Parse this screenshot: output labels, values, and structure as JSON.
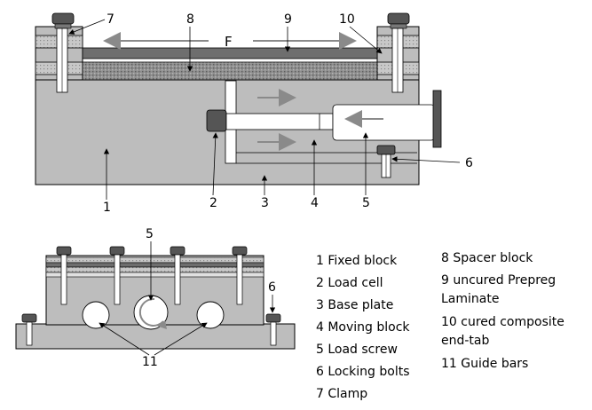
{
  "figure": {
    "force_label": "F",
    "top_view_labels": [
      "7",
      "8",
      "9",
      "10",
      "1",
      "2",
      "3",
      "4",
      "5",
      "6"
    ],
    "bottom_view_labels": [
      "5",
      "6",
      "11"
    ]
  },
  "legend": {
    "left": [
      "1 Fixed block",
      "2 Load cell",
      "3 Base plate",
      "4 Moving block",
      "5 Load screw",
      "6 Locking bolts",
      "7 Clamp"
    ],
    "right": [
      "8 Spacer block",
      "9 uncured Prepreg",
      "Laminate",
      "10 cured composite",
      "end-tab",
      "11 Guide bars"
    ]
  },
  "colors": {
    "block_fill": "#bdbdbd",
    "dark_strip": "#6e6e6e",
    "hatched_strip": "#8c8c8c",
    "bolt_dark": "#555555",
    "arrow_gray": "#8a8a8a",
    "white": "#ffffff"
  }
}
